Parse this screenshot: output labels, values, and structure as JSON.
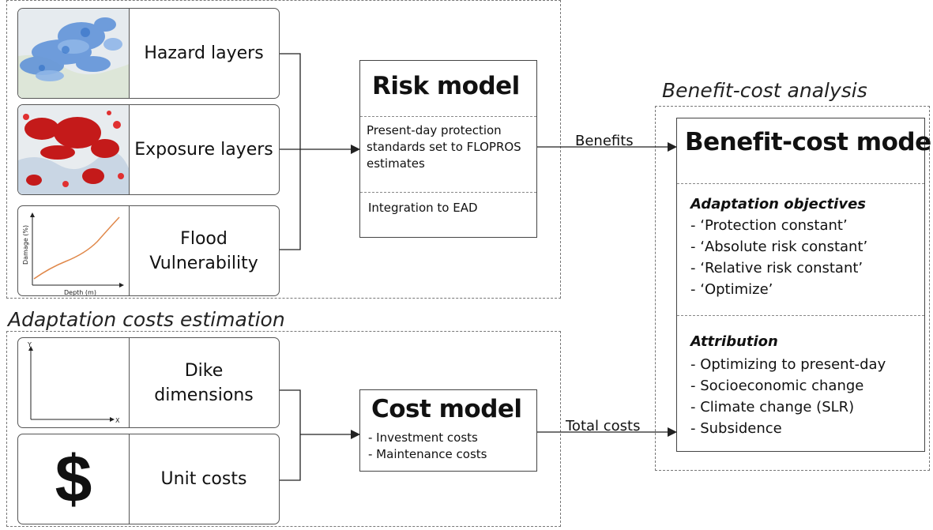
{
  "sections": {
    "adaptation_title": "Adaptation costs estimation",
    "bca_title": "Benefit-cost analysis"
  },
  "inputs": {
    "hazard": "Hazard layers",
    "exposure": "Exposure layers",
    "vulnerability": "Flood Vulnerability",
    "vuln_xlabel": "Depth (m)",
    "vuln_ylabel": "Damage (%)",
    "dike": "Dike dimensions",
    "dike_y": "Y",
    "dike_x": "X",
    "unit_costs": "Unit costs",
    "unit_symbol": "$"
  },
  "risk_model": {
    "title": "Risk model",
    "step1": "Present-day protection standards set to FLOPROS estimates",
    "step2": "Integration to EAD"
  },
  "cost_model": {
    "title": "Cost model",
    "items": [
      "- Investment costs",
      "- Maintenance costs"
    ]
  },
  "arrows": {
    "benefits": "Benefits",
    "total_costs": "Total costs"
  },
  "bc_model": {
    "title": "Benefit-cost model",
    "objectives_heading": "Adaptation objectives",
    "objectives": [
      "- ‘Protection constant’",
      "- ‘Absolute risk constant’",
      "- ‘Relative risk constant’",
      "- ‘Optimize’"
    ],
    "attribution_heading": "Attribution",
    "attribution": [
      "- Optimizing to present-day",
      "- Socioeconomic change",
      "- Climate change (SLR)",
      "- Subsidence"
    ]
  },
  "colors": {
    "hazard_blue": "#5a8fd8",
    "exposure_red": "#c41a1a",
    "curve_orange": "#e0884a",
    "map_bg": "#e8ecef"
  }
}
